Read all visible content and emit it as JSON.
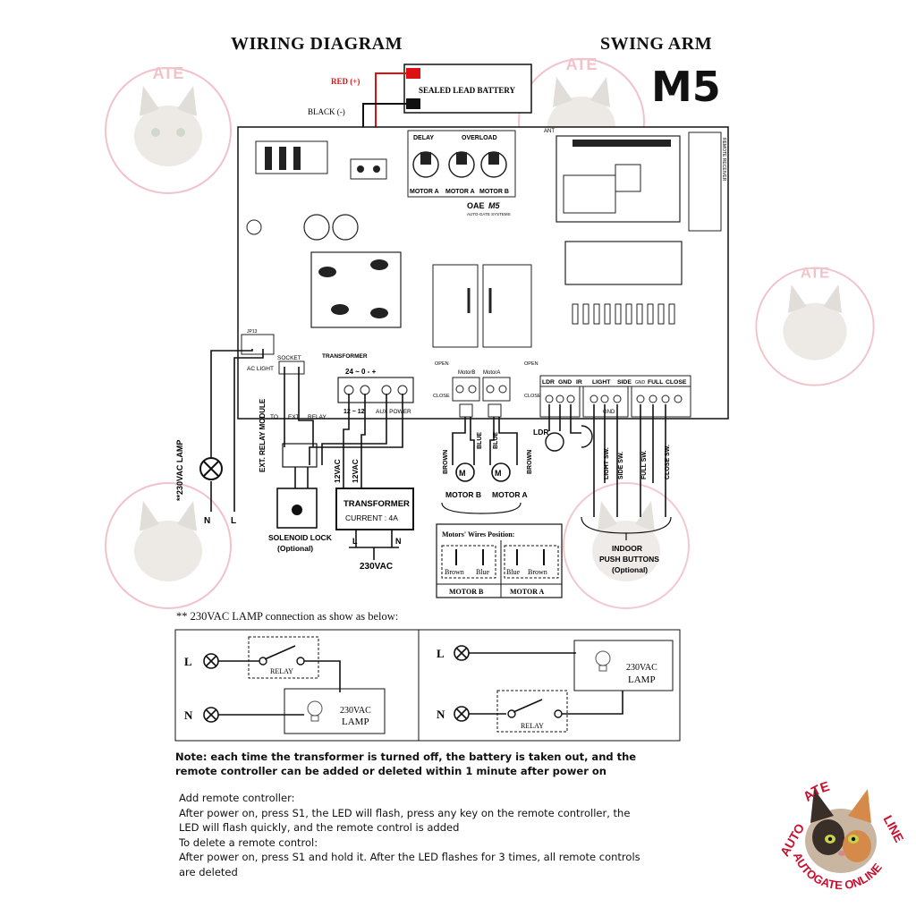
{
  "header": {
    "title_left": "WIRING DIAGRAM",
    "title_right": "SWING ARM",
    "model": "M5"
  },
  "watermark": {
    "text_top": "ATE",
    "text_right": "LINE",
    "text_left": "AUTO",
    "text_bottom": "AUTOGATE ONLINE",
    "brand_color": "#c8102e"
  },
  "battery": {
    "label": "SEALED LEAD BATTERY",
    "red_label": "RED (+)",
    "black_label": "BLACK (-)"
  },
  "board": {
    "brand": "OAE",
    "model": "M5",
    "brand_sub": "AUTO-GATE SYSTEMS",
    "trimmers": [
      "DELAY",
      "OVERLOAD"
    ],
    "trimmer_labels": [
      "MOTOR A",
      "MOTOR A",
      "MOTOR B"
    ],
    "terminals_left": [
      "AC LIGHT",
      "SOCKET",
      "TO",
      "EXT",
      "RELAY"
    ],
    "transformer_label": "TRANSFORMER",
    "transformer_pins": "24 ~ 0 - +",
    "power_pins": "12 ~ 12",
    "aux_power": "AUX POWER",
    "motor_terms": [
      "MotorB",
      "MotorA"
    ],
    "open_label": "OPEN",
    "close_label": "CLOSE",
    "input_terms": [
      "LDR",
      "GND",
      "IR",
      "LIGHT",
      "SIDE",
      "GND",
      "FULL",
      "CLOSE"
    ],
    "gnd_label": "GND",
    "remote_label": "REMOTE RECEIVER",
    "antenna_label": "ANT"
  },
  "wiring": {
    "lamp_label": "**230VAC LAMP",
    "n_label": "N",
    "l_label": "L",
    "ext_relay": "EXT. RELAY MODULE",
    "solenoid": "SOLENOID LOCK",
    "optional": "(Optional)",
    "vac1": "12VAC",
    "vac2": "12VAC",
    "transformer_title": "TRANSFORMER",
    "transformer_current": "CURRENT : 4A",
    "mains": "230VAC",
    "motor_b": "MOTOR B",
    "motor_a": "MOTOR A",
    "brown": "BROWN",
    "blue": "BLUE",
    "ldr": "LDR",
    "switches": [
      "LIGHT SW.",
      "SIDE SW.",
      "FULL SW.",
      "CLOSE SW."
    ],
    "indoor": "INDOOR",
    "push_buttons": "PUSH BUTTONS",
    "push_optional": "(Optional)"
  },
  "motor_wires": {
    "title": "Motors' Wires Position:",
    "motor_b": "MOTOR B",
    "motor_a": "MOTOR A",
    "b_left": "Brown",
    "b_right": "Blue",
    "a_left": "Blue",
    "a_right": "Brown"
  },
  "lamp_section": {
    "note": "** 230VAC LAMP connection as show as below:",
    "l": "L",
    "n": "N",
    "relay": "RELAY",
    "lamp_v": "230VAC",
    "lamp": "LAMP"
  },
  "note": "Note: each time the transformer is turned off, the battery is taken out, and the remote controller can be added or deleted within 1 minute after power on",
  "instructions": [
    "Add remote controller:",
    "After power on, press S1, the LED will flash, press any key on the remote controller, the",
    "LED will flash quickly, and the remote control is added",
    "To delete a remote control:",
    "After power on, press S1 and hold it. After the LED flashes for 3 times, all remote controls",
    "are deleted"
  ]
}
